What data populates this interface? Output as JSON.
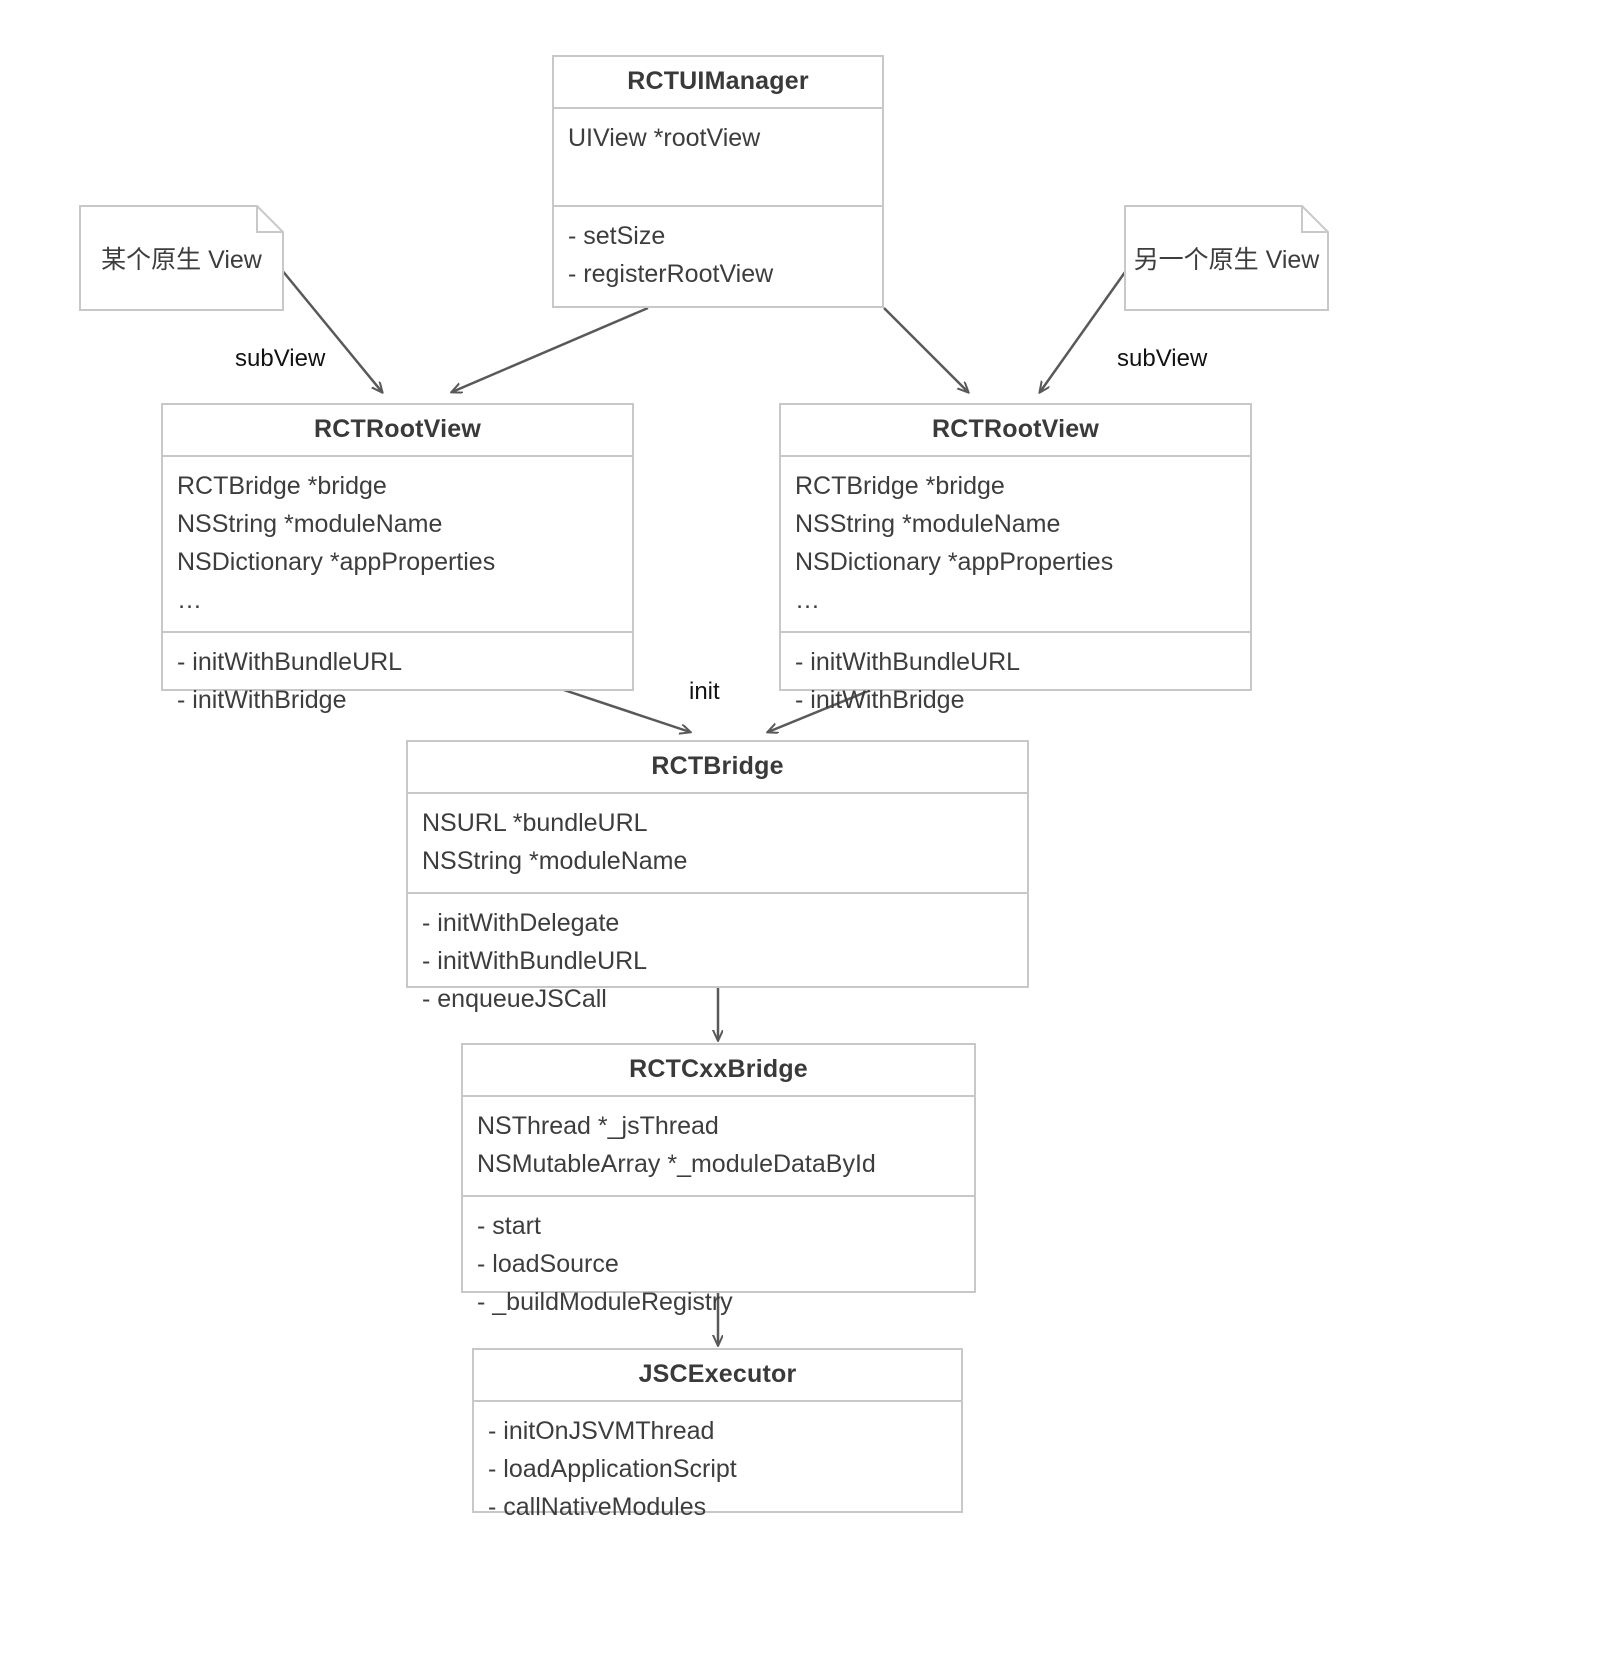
{
  "diagram": {
    "title": "React Native iOS bridge class diagram",
    "stroke_color": "#c8c8c8",
    "arrow_color": "#595959",
    "text_color": "#3d3d3d",
    "background": "#ffffff"
  },
  "notes": [
    {
      "id": "note-left",
      "text": "某个原生 View"
    },
    {
      "id": "note-right",
      "text": "另一个原生 View"
    }
  ],
  "edge_labels": [
    {
      "id": "label-subview-left",
      "text": "subView"
    },
    {
      "id": "label-subview-right",
      "text": "subView"
    },
    {
      "id": "label-init",
      "text": "init"
    }
  ],
  "classes": [
    {
      "id": "rctuimanager",
      "title": "RCTUIManager",
      "attributes": [
        "UIView *rootView"
      ],
      "methods": [
        "- setSize",
        "- registerRootView"
      ]
    },
    {
      "id": "rctrootview-left",
      "title": "RCTRootView",
      "attributes": [
        "RCTBridge *bridge",
        "NSString *moduleName",
        "NSDictionary *appProperties",
        "…"
      ],
      "methods": [
        "- initWithBundleURL",
        "- initWithBridge"
      ]
    },
    {
      "id": "rctrootview-right",
      "title": "RCTRootView",
      "attributes": [
        "RCTBridge *bridge",
        "NSString *moduleName",
        "NSDictionary *appProperties",
        "…"
      ],
      "methods": [
        "- initWithBundleURL",
        "- initWithBridge"
      ]
    },
    {
      "id": "rctbridge",
      "title": "RCTBridge",
      "attributes": [
        "NSURL *bundleURL",
        "NSString *moduleName"
      ],
      "methods": [
        "- initWithDelegate",
        "- initWithBundleURL",
        "- enqueueJSCall"
      ]
    },
    {
      "id": "rctcxxbridge",
      "title": "RCTCxxBridge",
      "attributes": [
        "NSThread *_jsThread",
        "NSMutableArray *_moduleDataById"
      ],
      "methods": [
        "- start",
        "- loadSource",
        "- _buildModuleRegistry"
      ]
    },
    {
      "id": "jscexecutor",
      "title": "JSCExecutor",
      "attributes": [],
      "methods": [
        "- initOnJSVMThread",
        "- loadApplicationScript",
        "- callNativeModules"
      ]
    }
  ]
}
